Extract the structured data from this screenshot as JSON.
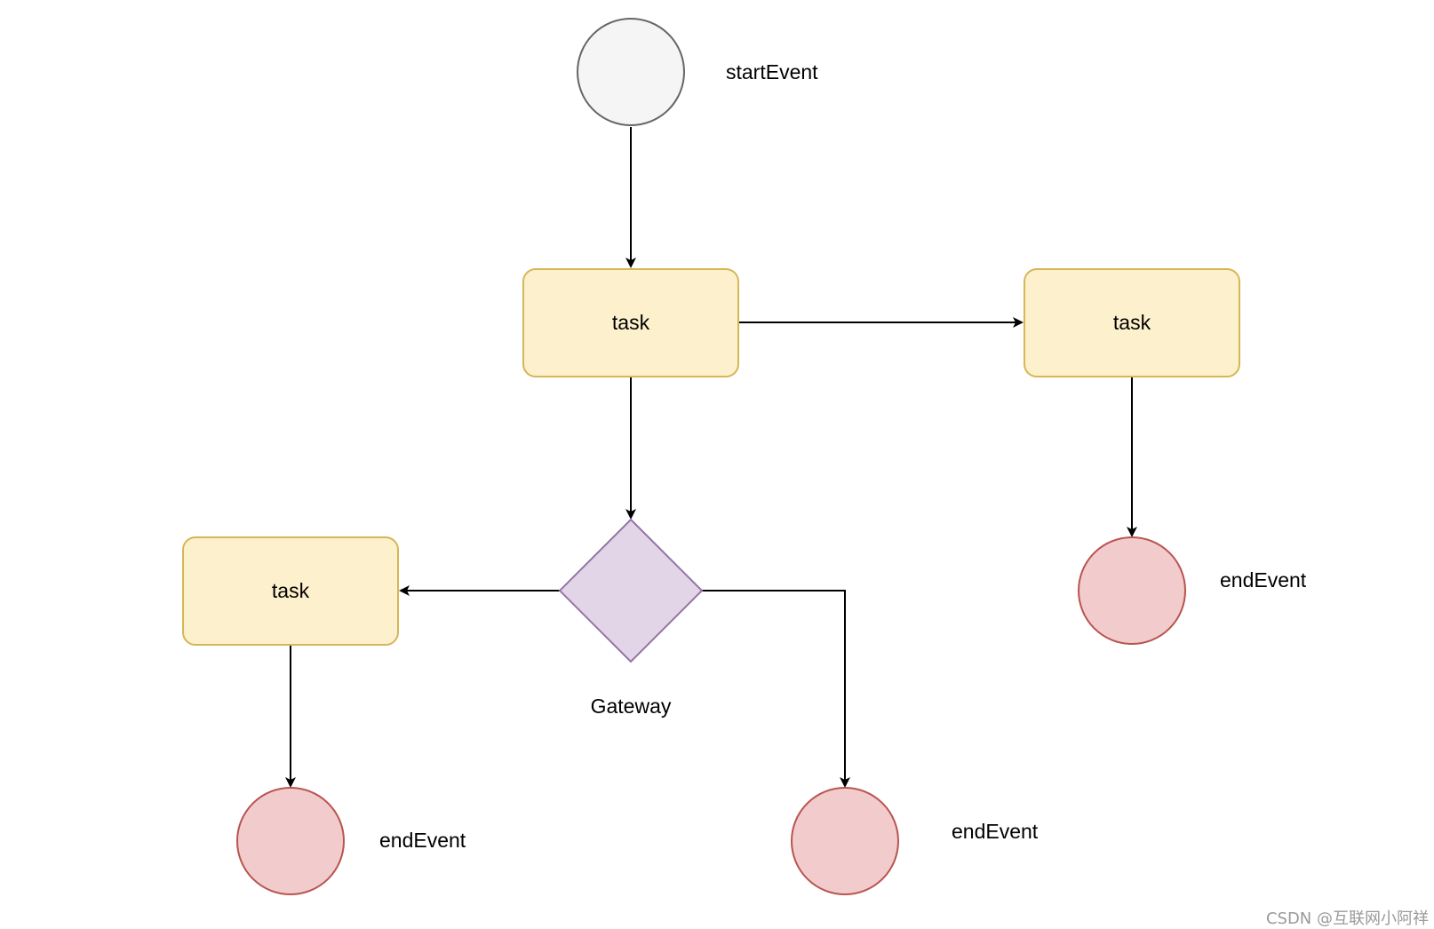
{
  "diagram": {
    "type": "bpmn-flowchart",
    "colors": {
      "start_fill": "#f5f5f5",
      "start_stroke": "#666666",
      "task_fill": "#fcf1cc",
      "task_stroke": "#d6b656",
      "gateway_fill": "#e1d5e7",
      "gateway_stroke": "#9673a6",
      "end_fill": "#f2cccc",
      "end_stroke": "#b85450",
      "edge": "#000000"
    },
    "nodes": {
      "start": {
        "shape": "circle",
        "label": "startEvent"
      },
      "task_main": {
        "shape": "rounded-rect",
        "label": "task"
      },
      "task_right": {
        "shape": "rounded-rect",
        "label": "task"
      },
      "task_left": {
        "shape": "rounded-rect",
        "label": "task"
      },
      "gateway": {
        "shape": "diamond",
        "label": "Gateway"
      },
      "end_right": {
        "shape": "circle",
        "label": "endEvent"
      },
      "end_left": {
        "shape": "circle",
        "label": "endEvent"
      },
      "end_middle": {
        "shape": "circle",
        "label": "endEvent"
      }
    },
    "edges": [
      {
        "from": "start",
        "to": "task_main"
      },
      {
        "from": "task_main",
        "to": "task_right"
      },
      {
        "from": "task_main",
        "to": "gateway"
      },
      {
        "from": "task_right",
        "to": "end_right"
      },
      {
        "from": "gateway",
        "to": "task_left"
      },
      {
        "from": "gateway",
        "to": "end_middle"
      },
      {
        "from": "task_left",
        "to": "end_left"
      }
    ]
  },
  "watermark": "CSDN @互联网小阿祥"
}
